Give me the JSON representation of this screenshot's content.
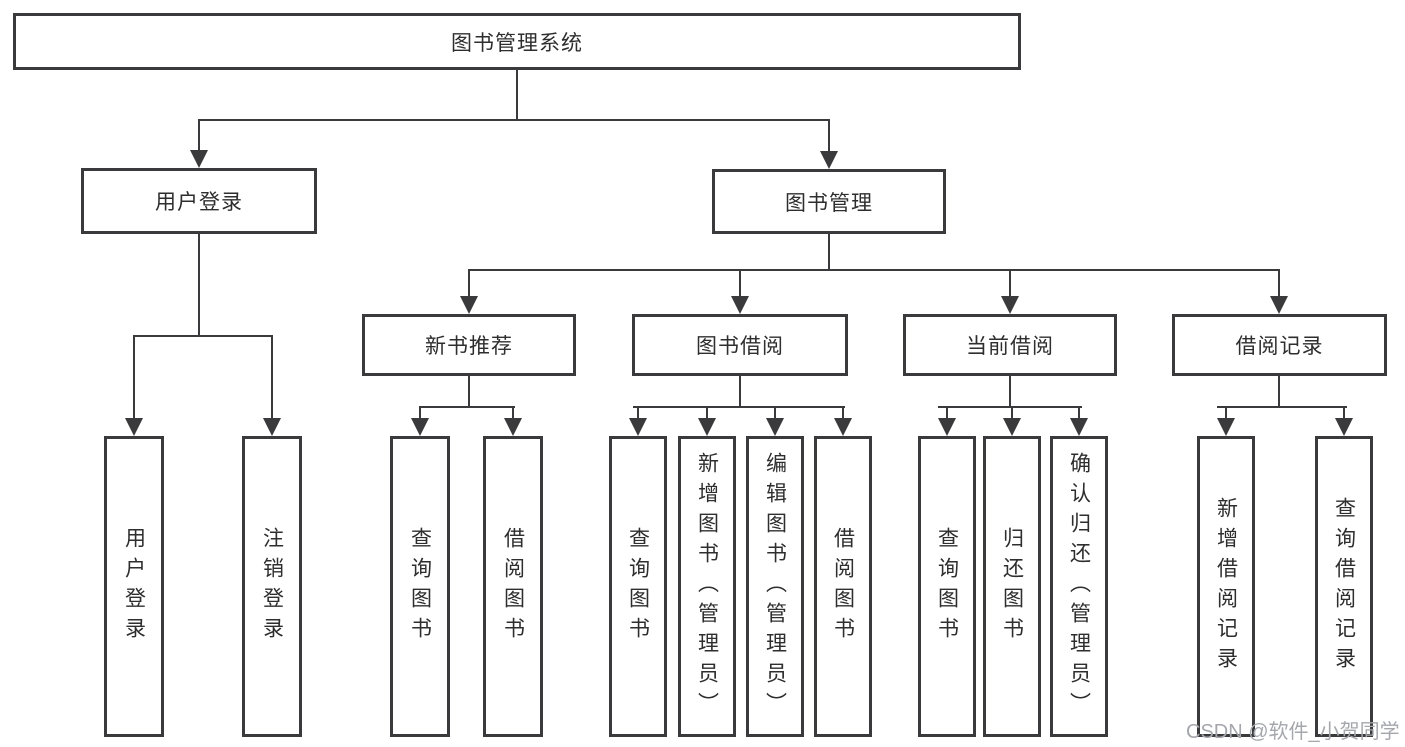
{
  "root": {
    "label": "图书管理系统"
  },
  "branches": {
    "user_login": {
      "label": "用户登录",
      "leaves": [
        {
          "label": "用户登录"
        },
        {
          "label": "注销登录"
        }
      ]
    },
    "book_mgmt": {
      "label": "图书管理"
    },
    "new_books": {
      "label": "新书推荐",
      "leaves": [
        {
          "label": "查询图书"
        },
        {
          "label": "借阅图书"
        }
      ]
    },
    "borrow": {
      "label": "图书借阅",
      "leaves": [
        {
          "label": "查询图书"
        },
        {
          "label": "新增图书（管理员）"
        },
        {
          "label": "编辑图书（管理员）"
        },
        {
          "label": "借阅图书"
        }
      ]
    },
    "current": {
      "label": "当前借阅",
      "leaves": [
        {
          "label": "查询图书"
        },
        {
          "label": "归还图书"
        },
        {
          "label": "确认归还（管理员）"
        }
      ]
    },
    "records": {
      "label": "借阅记录",
      "leaves": [
        {
          "label": "新增借阅记录"
        },
        {
          "label": "查询借阅记录"
        }
      ]
    }
  },
  "watermark": {
    "text": "CSDN @软件_小贺同学"
  },
  "colors": {
    "line": "#3a3a3c",
    "text": "#2e2e2e",
    "background": "#ffffff",
    "watermark": "#a5a7ad"
  }
}
